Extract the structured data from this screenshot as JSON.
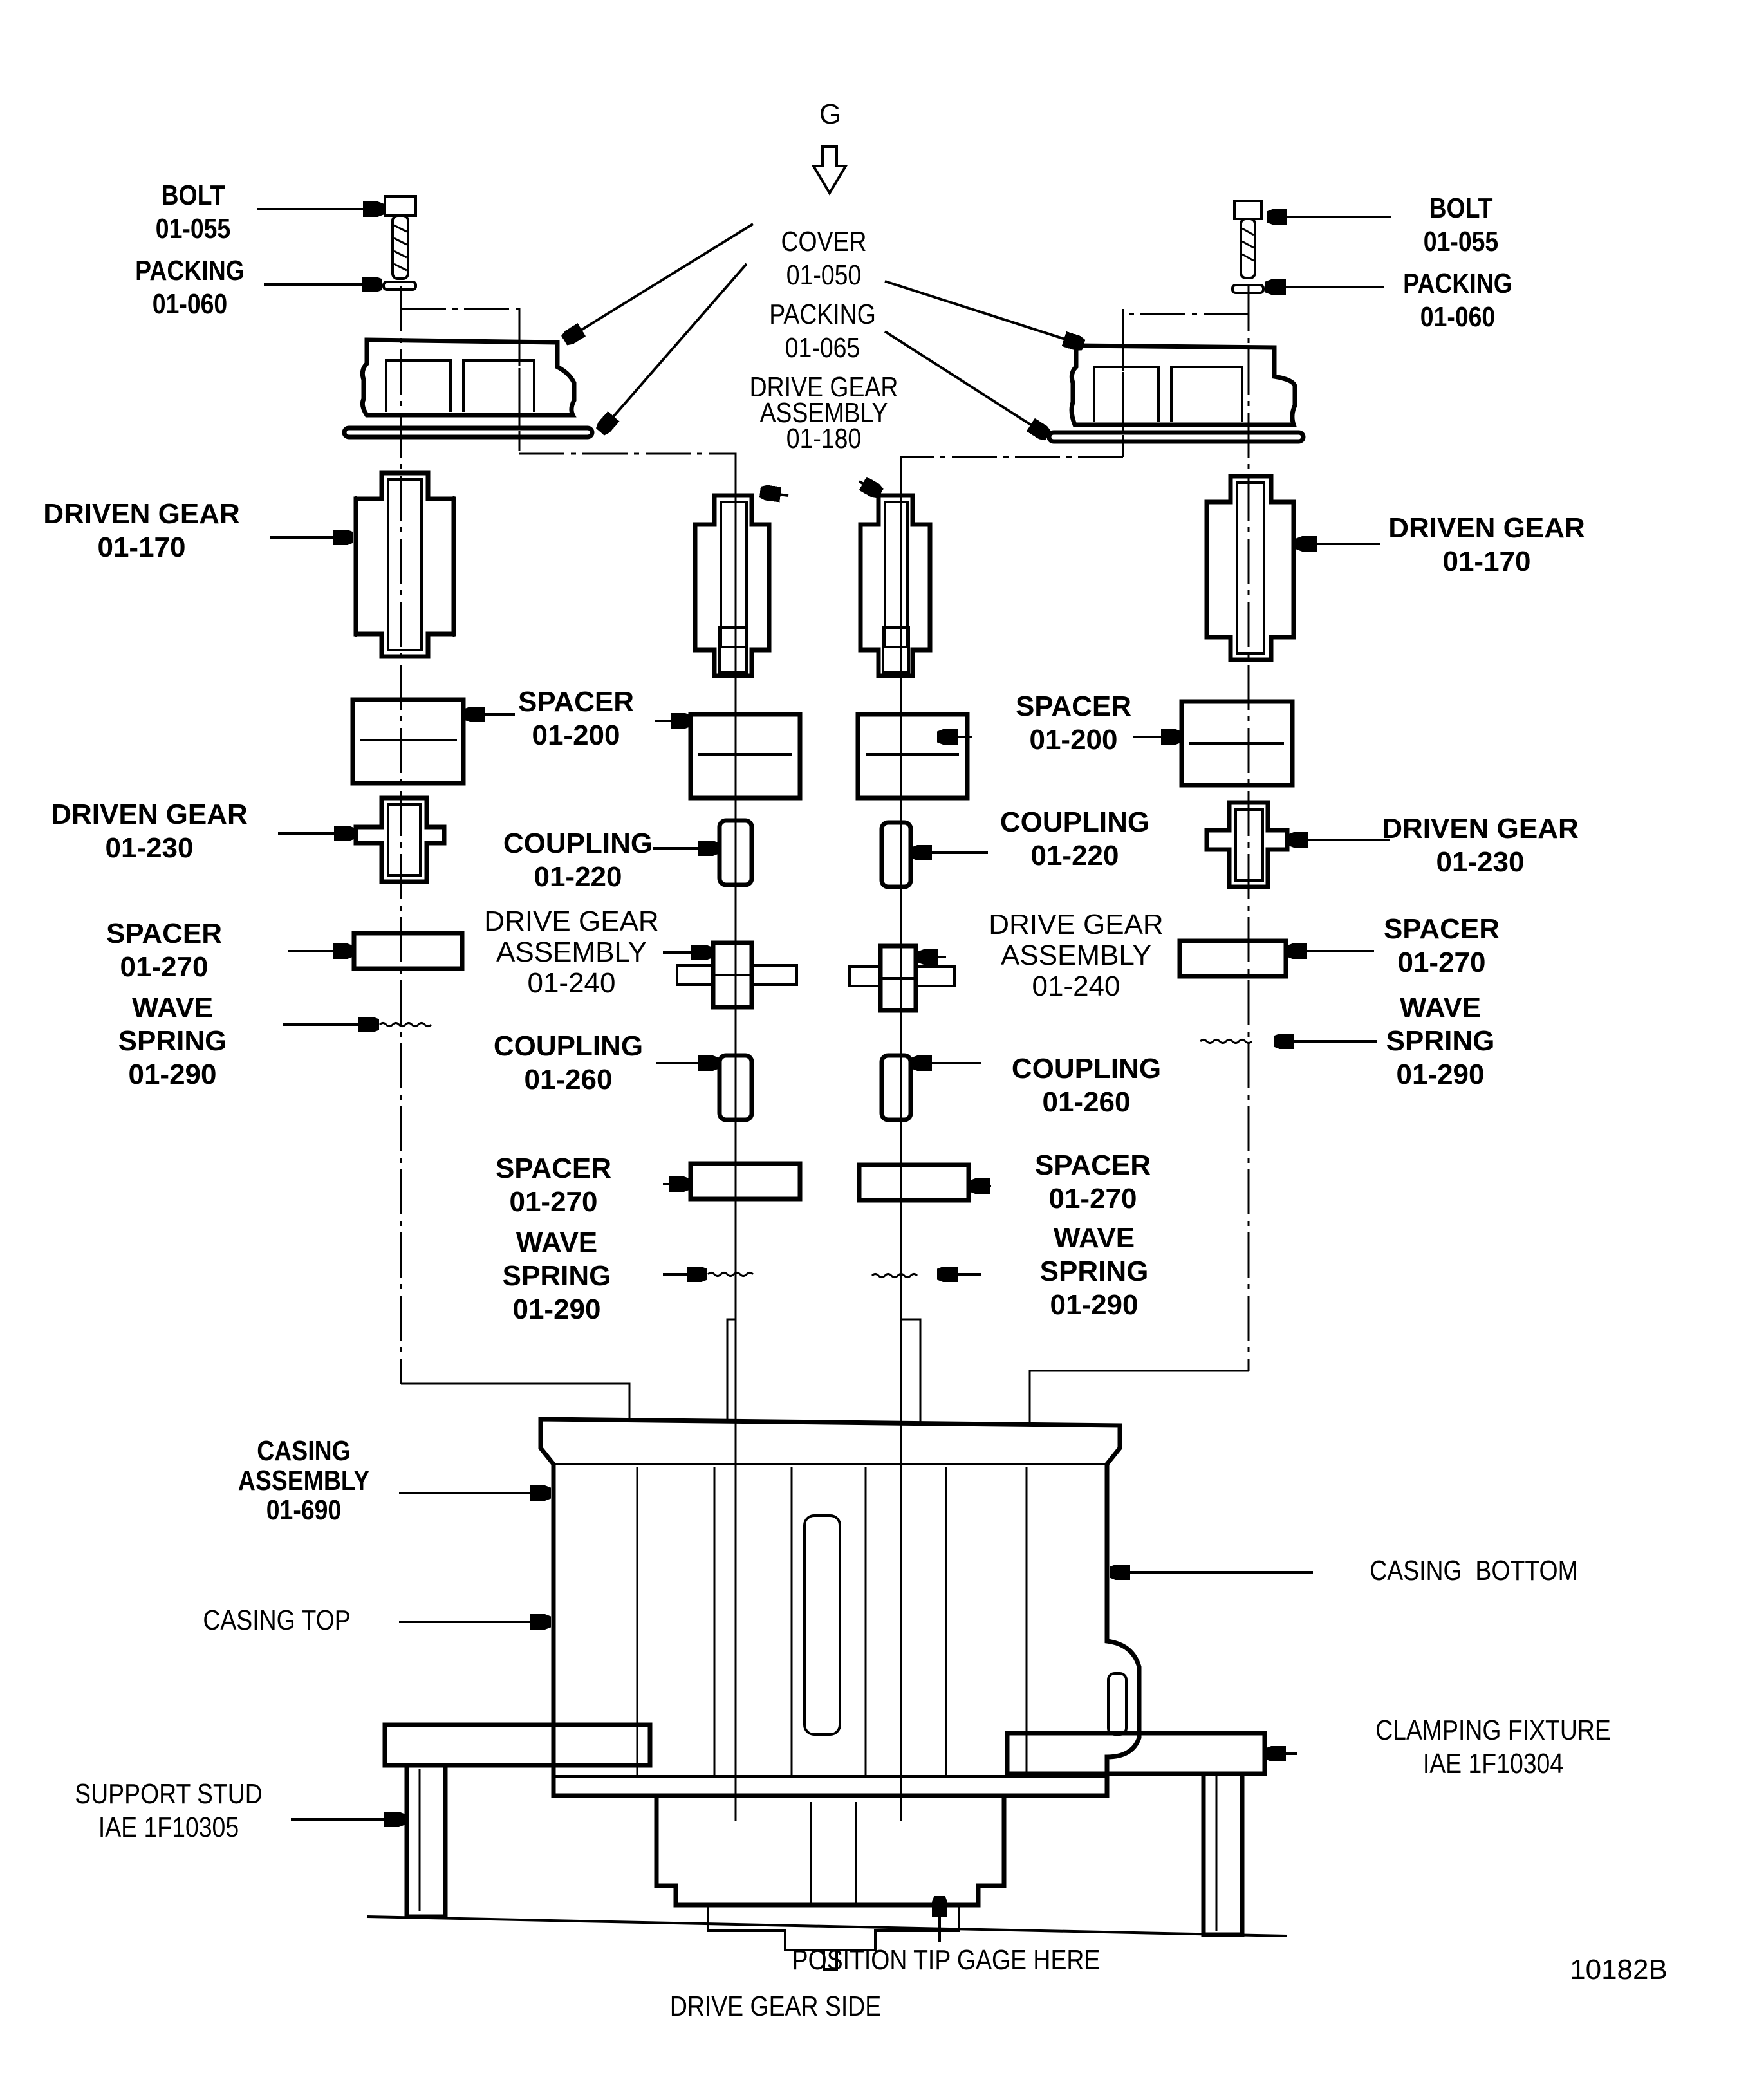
{
  "view_marker": {
    "letter": "G"
  },
  "figure_id": "10182B",
  "labels": {
    "bolt_left": {
      "name": "BOLT",
      "part": "01-055"
    },
    "packing_small_left": {
      "name": "PACKING",
      "part": "01-060"
    },
    "bolt_right": {
      "name": "BOLT",
      "part": "01-055"
    },
    "packing_small_right": {
      "name": "PACKING",
      "part": "01-060"
    },
    "cover": {
      "name": "COVER",
      "part": "01-050"
    },
    "packing_cover": {
      "name": "PACKING",
      "part": "01-065"
    },
    "drive_gear_assembly_top": {
      "name1": "DRIVE GEAR",
      "name2": "ASSEMBLY",
      "part": "01-180"
    },
    "driven_gear_170_left": {
      "name": "DRIVEN GEAR",
      "part": "01-170"
    },
    "driven_gear_170_right": {
      "name": "DRIVEN GEAR",
      "part": "01-170"
    },
    "spacer_200_left": {
      "name": "SPACER",
      "part": "01-200"
    },
    "spacer_200_right": {
      "name": "SPACER",
      "part": "01-200"
    },
    "driven_gear_230_left": {
      "name": "DRIVEN GEAR",
      "part": "01-230"
    },
    "driven_gear_230_right": {
      "name": "DRIVEN GEAR",
      "part": "01-230"
    },
    "coupling_220_left": {
      "name": "COUPLING",
      "part": "01-220"
    },
    "coupling_220_right": {
      "name": "COUPLING",
      "part": "01-220"
    },
    "spacer_270_outer_left": {
      "name": "SPACER",
      "part": "01-270"
    },
    "spacer_270_outer_right": {
      "name": "SPACER",
      "part": "01-270"
    },
    "drive_gear_240_left": {
      "name1": "DRIVE GEAR",
      "name2": "ASSEMBLY",
      "part": "01-240"
    },
    "drive_gear_240_right": {
      "name1": "DRIVE GEAR",
      "name2": "ASSEMBLY",
      "part": "01-240"
    },
    "wave_spring_outer_left": {
      "name1": "WAVE",
      "name2": "SPRING",
      "part": "01-290"
    },
    "wave_spring_outer_right": {
      "name1": "WAVE",
      "name2": "SPRING",
      "part": "01-290"
    },
    "coupling_260_left": {
      "name": "COUPLING",
      "part": "01-260"
    },
    "coupling_260_right": {
      "name": "COUPLING",
      "part": "01-260"
    },
    "spacer_270_inner_left": {
      "name": "SPACER",
      "part": "01-270"
    },
    "spacer_270_inner_right": {
      "name": "SPACER",
      "part": "01-270"
    },
    "wave_spring_inner_left": {
      "name1": "WAVE",
      "name2": "SPRING",
      "part": "01-290"
    },
    "wave_spring_inner_right": {
      "name1": "WAVE",
      "name2": "SPRING",
      "part": "01-290"
    },
    "casing_assembly": {
      "name1": "CASING",
      "name2": "ASSEMBLY",
      "part": "01-690"
    },
    "casing_top": {
      "name": "CASING TOP"
    },
    "casing_bottom": {
      "name": "CASING  BOTTOM"
    },
    "clamping_fixture": {
      "name": "CLAMPING FIXTURE",
      "part": "IAE 1F10304"
    },
    "support_stud": {
      "name": "SUPPORT STUD",
      "part": "IAE 1F10305"
    },
    "position_tip_gage": {
      "name": "POSITION TIP GAGE HERE"
    },
    "drive_gear_side": {
      "name": "DRIVE GEAR SIDE"
    }
  }
}
